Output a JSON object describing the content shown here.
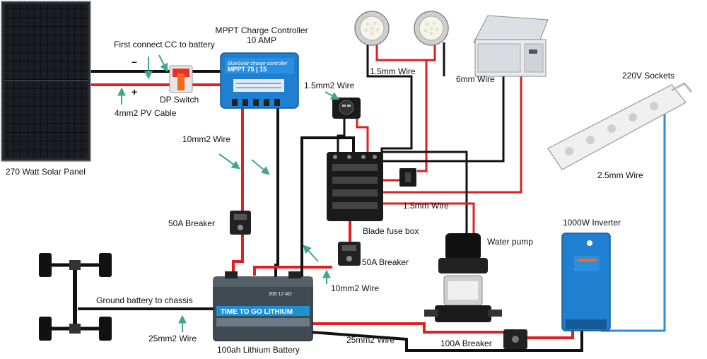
{
  "title": {
    "controller_line1": "MPPT Charge Controller",
    "controller_line2": "10 AMP"
  },
  "labels": {
    "first_connect": "First connect CC to battery",
    "minus_sign": "–",
    "plus_sign": "+",
    "dp_switch": "DP Switch",
    "pv_cable": "4mm2 PV Cable",
    "solar_panel": "270 Watt Solar Panel",
    "wire_10mm_top": "10mm2 Wire",
    "breaker_50a_left": "50A Breaker",
    "wire_15mm_usb": "1.5mm2 Wire",
    "wire_15mm_lights": "1.5mm Wire",
    "wire_6mm": "6mm Wire",
    "sockets": "220V Sockets",
    "wire_25mm": "2.5mm Wire",
    "wire_15mm_fuse": "1.5mm Wire",
    "blade_fuse_box": "Blade fuse box",
    "water_pump": "Water pump",
    "inverter": "1000W Inverter",
    "breaker_50a_right": "50A Breaker",
    "wire_10mm_bottom": "10mm2 Wire",
    "ground_chassis": "Ground battery to chassis",
    "wire_25mm2_left": "25mm2 Wire",
    "battery": "100ah Lithium Battery",
    "wire_25mm2_right": "25mm2 Wire",
    "breaker_100a": "100A Breaker"
  },
  "device_text": {
    "controller_brand": "BlueSolar charge controller",
    "controller_model": "MPPT 75 | 15",
    "battery_brand": "TIME TO GO LITHIUM",
    "battery_small": "200 12 AD"
  },
  "colors": {
    "positive_wire": "#e02020",
    "negative_wire": "#111111",
    "ac_wire": "#2b8fd6",
    "arrow": "#3fa88a",
    "victron_blue": "#1f7fd0",
    "battery_body": "#3f4a52",
    "battery_label": "#1e8fd0"
  }
}
